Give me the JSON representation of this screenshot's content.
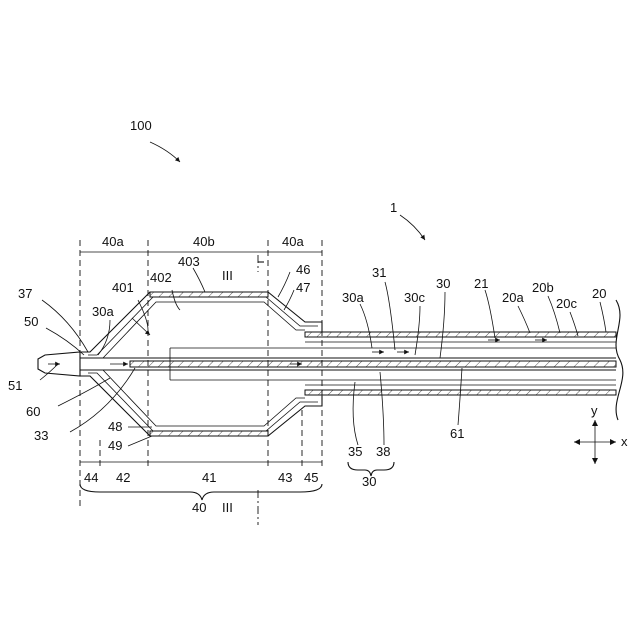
{
  "figure": {
    "labels": {
      "n100": "100",
      "n1": "1",
      "n40a_left": "40a",
      "n40b": "40b",
      "n40a_right": "40a",
      "n403": "403",
      "n402": "402",
      "n401": "401",
      "nIII_top": "III",
      "n46": "46",
      "n47": "47",
      "n37": "37",
      "n50": "50",
      "n30a_left": "30a",
      "n51": "51",
      "n60": "60",
      "n33": "33",
      "n48": "48",
      "n49": "49",
      "n31": "31",
      "n30a_right": "30a",
      "n30c": "30c",
      "n30_top": "30",
      "n21": "21",
      "n20a": "20a",
      "n20b": "20b",
      "n20c": "20c",
      "n20": "20",
      "n35": "35",
      "n38": "38",
      "n61": "61",
      "n30_bottom": "30",
      "n44": "44",
      "n42": "42",
      "n41": "41",
      "n43": "43",
      "n45": "45",
      "n40": "40",
      "nIII_bottom": "III",
      "axis_y": "y",
      "axis_x": "x"
    }
  }
}
